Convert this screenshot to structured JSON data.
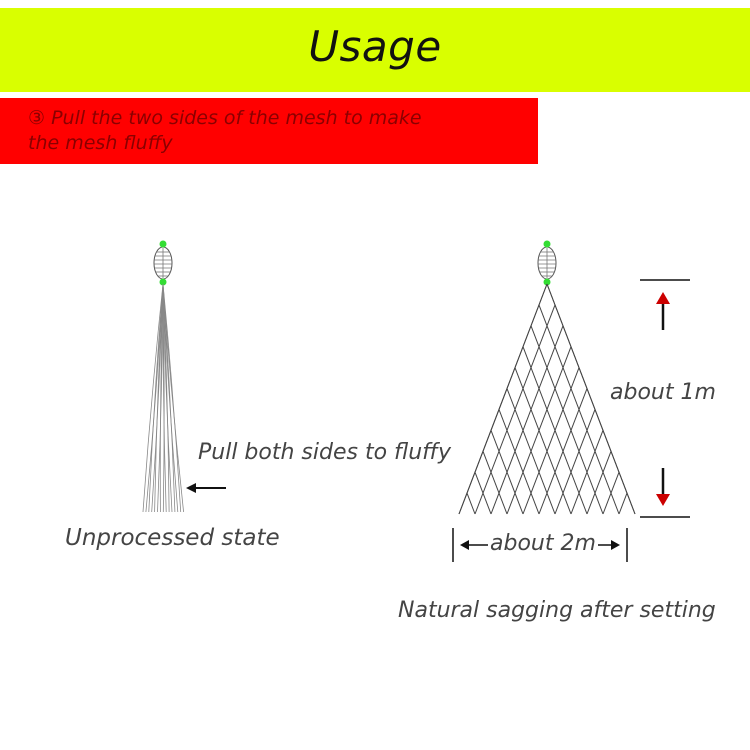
{
  "header": {
    "title": "Usage"
  },
  "step": {
    "text": "③ Pull the two sides of the mesh to make the mesh fluffy"
  },
  "labels": {
    "unprocessed": "Unprocessed state",
    "pull": "Pull both sides to fluffy",
    "height": "about 1m",
    "width": "about 2m",
    "natural": "Natural sagging after setting"
  },
  "colors": {
    "header_bg": "#d9ff00",
    "banner_bg": "#ff0000",
    "float_dot": "#33dd33",
    "arrow_red": "#cc0000"
  }
}
